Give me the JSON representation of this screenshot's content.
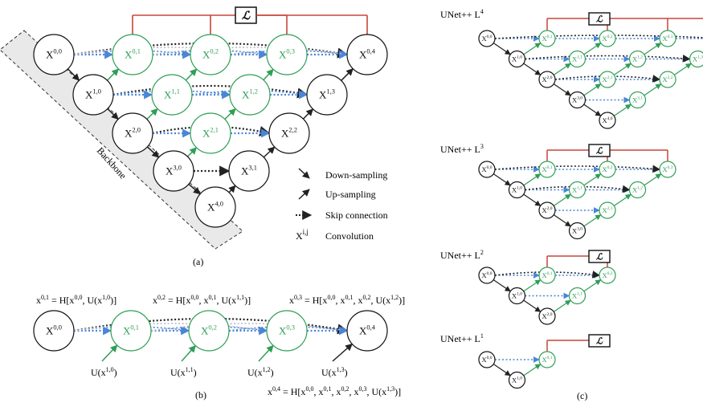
{
  "colors": {
    "green": "#2f9e56",
    "blue": "#4a86d8",
    "black": "#222222",
    "red": "#c8453a",
    "backbone_fill": "#e9e9e9"
  },
  "panel_a": {
    "caption": "(a)",
    "backbone_label": "Backbone",
    "loss_label": "ℒ",
    "nodes": [
      {
        "id": "X00",
        "base": "X",
        "sup": "0,0",
        "color": "black"
      },
      {
        "id": "X10",
        "base": "X",
        "sup": "1,0",
        "color": "black"
      },
      {
        "id": "X20",
        "base": "X",
        "sup": "2,0",
        "color": "black"
      },
      {
        "id": "X30",
        "base": "X",
        "sup": "3,0",
        "color": "black"
      },
      {
        "id": "X40",
        "base": "X",
        "sup": "4,0",
        "color": "black"
      },
      {
        "id": "X01",
        "base": "X",
        "sup": "0,1",
        "color": "green"
      },
      {
        "id": "X02",
        "base": "X",
        "sup": "0,2",
        "color": "green"
      },
      {
        "id": "X03",
        "base": "X",
        "sup": "0,3",
        "color": "green"
      },
      {
        "id": "X11",
        "base": "X",
        "sup": "1,1",
        "color": "green"
      },
      {
        "id": "X12",
        "base": "X",
        "sup": "1,2",
        "color": "green"
      },
      {
        "id": "X21",
        "base": "X",
        "sup": "2,1",
        "color": "green"
      },
      {
        "id": "X04",
        "base": "X",
        "sup": "0,4",
        "color": "black"
      },
      {
        "id": "X13",
        "base": "X",
        "sup": "1,3",
        "color": "black"
      },
      {
        "id": "X22",
        "base": "X",
        "sup": "2,2",
        "color": "black"
      },
      {
        "id": "X31",
        "base": "X",
        "sup": "3,1",
        "color": "black"
      }
    ],
    "legend": [
      {
        "icon": "down-arrow-icon",
        "label": "Down-sampling"
      },
      {
        "icon": "up-arrow-icon",
        "label": "Up-sampling"
      },
      {
        "icon": "dotted-arrow-icon",
        "label": "Skip connection"
      },
      {
        "icon": "xij-symbol",
        "symbol": "X",
        "sup": "i,j",
        "label": "Convolution"
      }
    ]
  },
  "panel_b": {
    "caption": "(b)",
    "nodes": [
      {
        "id": "X00",
        "base": "X",
        "sup": "0,0",
        "color": "black"
      },
      {
        "id": "X01",
        "base": "X",
        "sup": "0,1",
        "color": "green"
      },
      {
        "id": "X02",
        "base": "X",
        "sup": "0,2",
        "color": "green"
      },
      {
        "id": "X03",
        "base": "X",
        "sup": "0,3",
        "color": "green"
      },
      {
        "id": "X04",
        "base": "X",
        "sup": "0,4",
        "color": "black"
      }
    ],
    "equations": [
      {
        "lhs": "x",
        "lsup": "0,1",
        "rhs": " = H[x",
        "parts": [
          [
            "x",
            "0,0"
          ],
          [
            "U(x",
            "1,0"
          ]
        ],
        "text": "x0,1 = H[x0,0, U(x1,0)]"
      },
      {
        "text": "x0,2 = H[x0,0, x0,1, U(x1,1)]"
      },
      {
        "text": "x0,3 = H[x0,0, x0,1, x0,2, U(x1,2)]"
      },
      {
        "text": "x0,4 = H[x0,0, x0,1, x0,2, x0,3, U(x1,3)]"
      }
    ],
    "up_labels": [
      {
        "base": "U(x",
        "sup": "1,0",
        "tail": ")"
      },
      {
        "base": "U(x",
        "sup": "1,1",
        "tail": ")"
      },
      {
        "base": "U(x",
        "sup": "1,2",
        "tail": ")"
      },
      {
        "base": "U(x",
        "sup": "1,3",
        "tail": ")"
      }
    ]
  },
  "panel_c": {
    "caption": "(c)",
    "loss_label": "ℒ",
    "subnets": [
      {
        "title": "UNet++ L",
        "sup": "4",
        "depth": 4
      },
      {
        "title": "UNet++ L",
        "sup": "3",
        "depth": 3
      },
      {
        "title": "UNet++ L",
        "sup": "2",
        "depth": 2
      },
      {
        "title": "UNet++ L",
        "sup": "1",
        "depth": 1
      }
    ]
  }
}
